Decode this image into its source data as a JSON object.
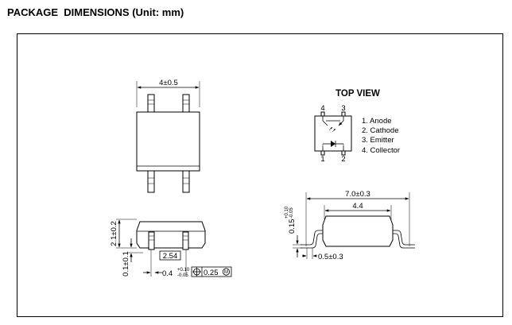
{
  "title": "PACKAGE  DIMENSIONS (Unit: mm)",
  "top_view": {
    "heading": "TOP VIEW",
    "pin_numbers_top": [
      "4",
      "3"
    ],
    "pin_numbers_bottom": [
      "1",
      "2"
    ],
    "pins": [
      "1. Anode",
      "2. Cathode",
      "3. Emitter",
      "4. Collector"
    ]
  },
  "dimensions": {
    "body_width": "4±0.5",
    "height": "2.1±0.2",
    "standoff": "0.1±0.1",
    "pitch": "2.54",
    "lead_width": "0.4",
    "lead_width_tol_plus": "+0.10",
    "lead_width_tol_minus": "-0.05",
    "position_tolerance": "0.25",
    "mmc_symbol": "M",
    "overall_length": "7.0±0.3",
    "body_length": "4.4",
    "lead_thickness": "0.15",
    "lead_thickness_tol_plus": "+0.10",
    "lead_thickness_tol_minus": "-0.05",
    "foot_length": "0.5±0.3"
  }
}
